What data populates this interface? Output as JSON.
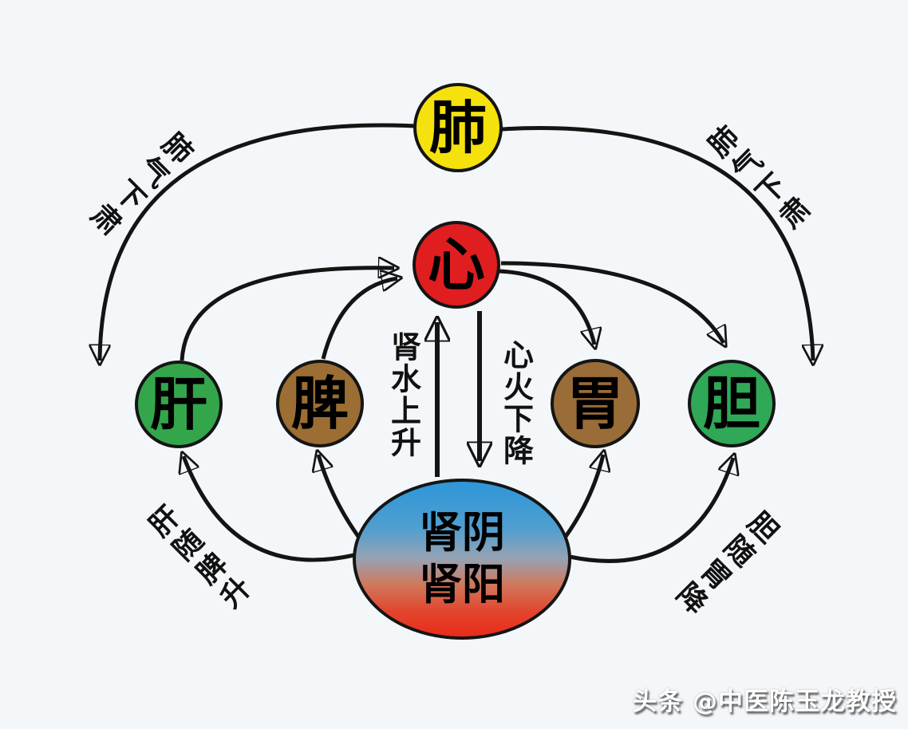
{
  "diagram": {
    "type": "tcm-organ-qi-flow-diagram",
    "background": "#f4f7fa",
    "arrow_color": "#141414"
  },
  "nodes": {
    "lung": {
      "label": "肺",
      "color": "#f5e20d",
      "shape": "circle"
    },
    "heart": {
      "label": "心",
      "color": "#e01e20",
      "shape": "circle"
    },
    "liver": {
      "label": "肝",
      "color": "#33a64c",
      "shape": "circle"
    },
    "spleen": {
      "label": "脾",
      "color": "#9c6e33",
      "shape": "circle"
    },
    "stomach": {
      "label": "胃",
      "color": "#9a6c38",
      "shape": "circle"
    },
    "gallbladder": {
      "label": "胆",
      "color": "#2fa957",
      "shape": "circle"
    },
    "kidney": {
      "label_line1": "肾阴",
      "label_line2": "肾阳",
      "gradient_top": "#2e96d8",
      "gradient_bottom": "#ea2b1a",
      "shape": "ellipse"
    }
  },
  "edges": [
    {
      "from": "lung",
      "to": "descend-left",
      "label": "肺气下肃"
    },
    {
      "from": "lung",
      "to": "descend-right",
      "label": "肺气下肃"
    },
    {
      "from": "liver",
      "to": "heart",
      "label": ""
    },
    {
      "from": "spleen",
      "to": "heart",
      "label": ""
    },
    {
      "from": "heart",
      "to": "stomach",
      "label": ""
    },
    {
      "from": "heart",
      "to": "gallbladder",
      "label": ""
    },
    {
      "from": "kidney",
      "to": "heart",
      "label": "肾水上升"
    },
    {
      "from": "heart",
      "to": "kidney",
      "label": "心火下降"
    },
    {
      "from": "kidney",
      "to": "liver",
      "label": "肝随脾升"
    },
    {
      "from": "kidney",
      "to": "spleen",
      "label": ""
    },
    {
      "from": "kidney",
      "to": "stomach",
      "label": ""
    },
    {
      "from": "kidney",
      "to": "gallbladder",
      "label": "胆随胃降"
    }
  ],
  "watermark": {
    "text": "头条 @中医陈玉龙教授"
  }
}
